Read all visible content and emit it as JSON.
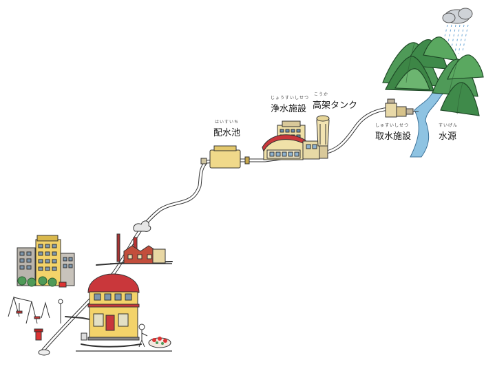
{
  "labels": {
    "haisuichi": {
      "main": "配水池",
      "ruby": "はいすいち"
    },
    "jousui": {
      "main": "浄水施設",
      "ruby": "じょうすいしせつ"
    },
    "koukatank": {
      "main": "高架タンク",
      "ruby": "こうか"
    },
    "shusui": {
      "main": "取水施設",
      "ruby": "しゅすいしせつ"
    },
    "suigen": {
      "main": "水源",
      "ruby": "すいげん"
    }
  },
  "colors": {
    "pipe": "#333333",
    "mountain": "#4f9a58",
    "mountain_dark": "#2f6b3a",
    "river": "#7fb7d8",
    "roof_red": "#c9373b",
    "tank_yellow": "#f0d98a",
    "building_yellow": "#f3d36a",
    "building_gray": "#b9b4ac"
  }
}
